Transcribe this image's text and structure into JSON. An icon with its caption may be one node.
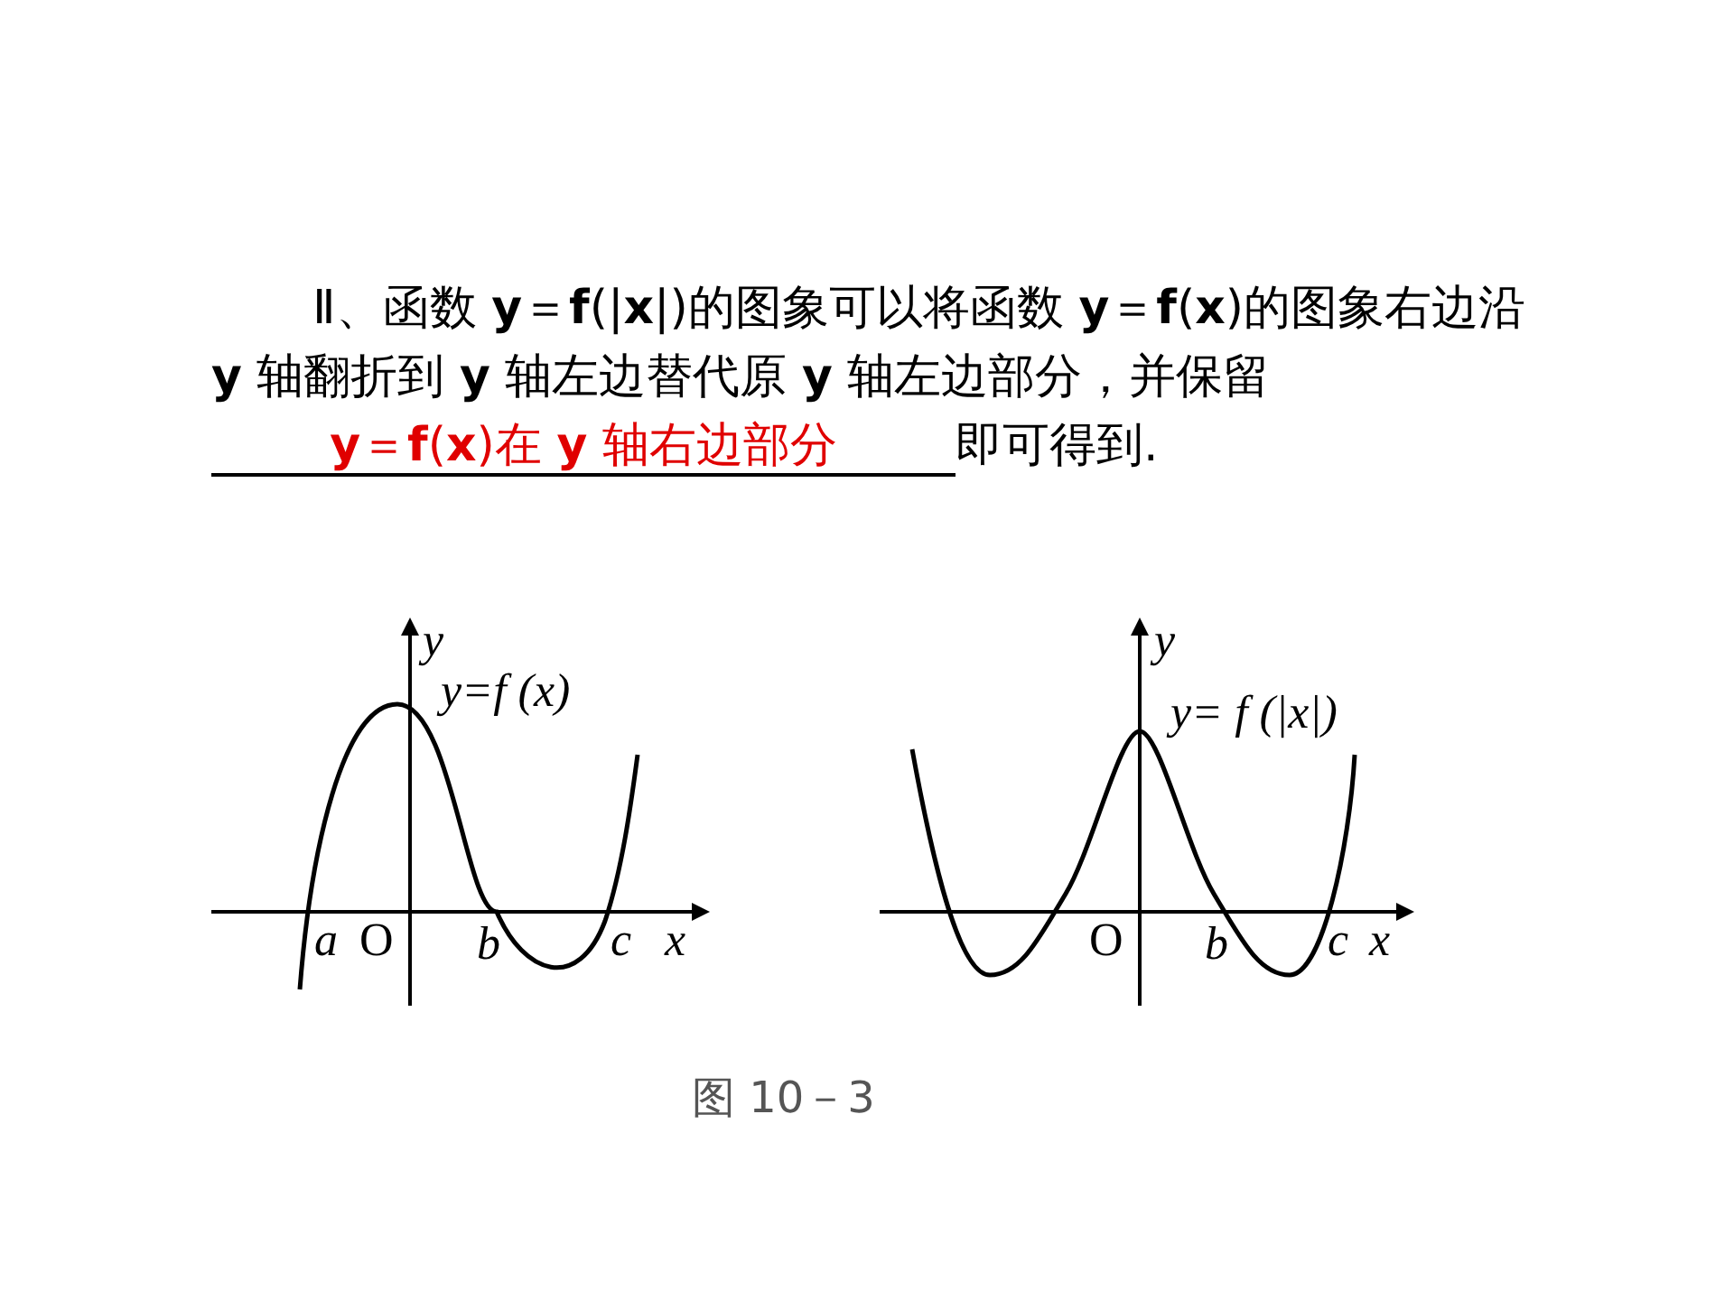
{
  "diagram": {
    "labels": [
      "Ⅱ、函数 **y**＝**f**(|**x**|)的图象可以将函数 **y**＝**f**(**x**)的图象右边沿 **y** 轴翻折到 **y** 轴左边替代原 **y** 轴左边部分，并保留",
      "**y**＝**f**(**x**)在 **y** 轴右边部分",
      "即可得到.",
      "y",
      "y=f (x)",
      "a",
      "O",
      "b",
      "c",
      "x",
      "y",
      "y= f (|x|)",
      "O",
      "b",
      "c",
      "x",
      "图 10－3"
    ]
  }
}
